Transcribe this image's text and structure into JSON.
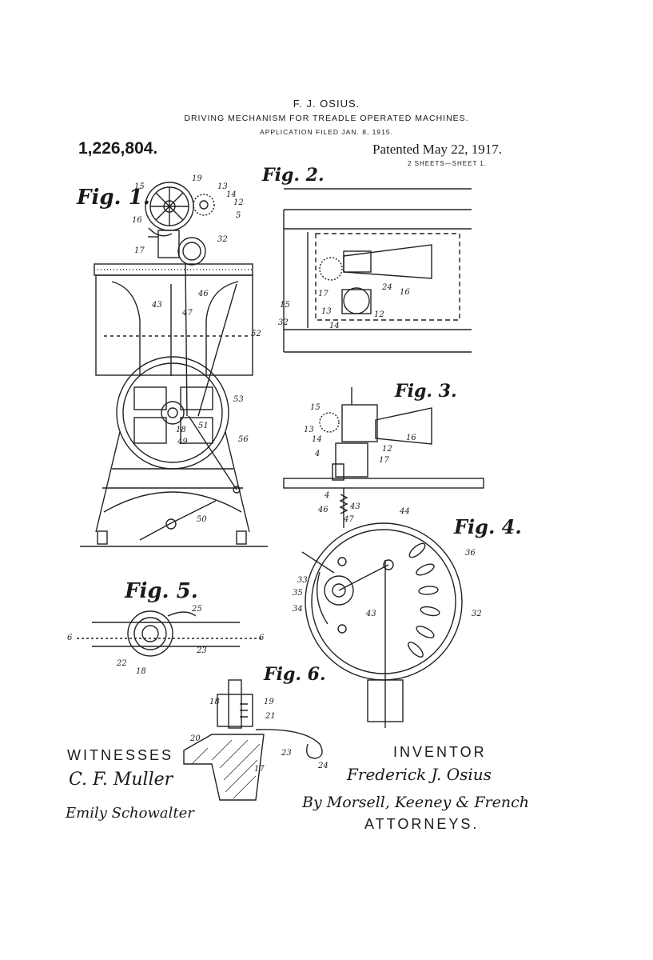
{
  "header": {
    "inventor": "F. J. OSIUS.",
    "title": "DRIVING MECHANISM FOR TREADLE OPERATED MACHINES.",
    "application": "APPLICATION FILED JAN. 8, 1915.",
    "patent_number": "1,226,804.",
    "patented": "Patented May 22, 1917.",
    "sheets": "2 SHEETS—SHEET 1."
  },
  "figures": {
    "fig1": "Fig. 1.",
    "fig2": "Fig. 2.",
    "fig3": "Fig. 3.",
    "fig4": "Fig. 4.",
    "fig5": "Fig. 5.",
    "fig6": "Fig. 6."
  },
  "signatures": {
    "witnesses_label": "WITNESSES",
    "witness1": "C. F. Muller",
    "witness2": "Emily Schowalter",
    "inventor_label": "INVENTOR",
    "inventor_name": "Frederick J. Osius",
    "attorneys_prefix": "By Morsell, Keeney & French",
    "attorneys_label": "ATTORNEYS."
  },
  "reference_numerals": {
    "fig1": [
      "15",
      "19",
      "13",
      "14",
      "12",
      "5",
      "16",
      "17",
      "32",
      "43",
      "46",
      "47",
      "52",
      "53",
      "18",
      "49",
      "51",
      "50"
    ],
    "fig2": [
      "15",
      "32",
      "13",
      "14",
      "24",
      "16",
      "12"
    ],
    "fig3": [
      "15",
      "13",
      "14",
      "4",
      "12",
      "17",
      "16",
      "4",
      "46",
      "43",
      "47",
      "44"
    ],
    "fig4": [
      "33",
      "35",
      "34",
      "43",
      "36",
      "32"
    ],
    "fig5": [
      "25",
      "6",
      "6",
      "22",
      "18",
      "23"
    ],
    "fig6": [
      "18",
      "19",
      "21",
      "20",
      "23",
      "24",
      "17"
    ]
  }
}
